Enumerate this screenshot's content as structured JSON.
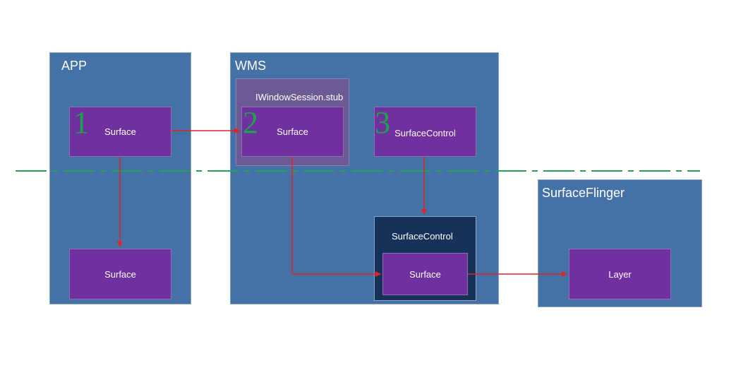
{
  "colors": {
    "panel_bg": "#4472a6",
    "box_bg": "#7030a0",
    "stub_bg": "#6c5a94",
    "dark_panel_bg": "#163258",
    "arrow": "#e32222",
    "divider": "#22a35a",
    "number": "#1aa34a"
  },
  "app": {
    "title": "APP",
    "surface_top": "Surface",
    "surface_bottom": "Surface",
    "marker": "1"
  },
  "wms": {
    "title": "WMS",
    "stub_title": "IWindowSession.stub",
    "surface": "Surface",
    "surface_marker": "2",
    "surface_control": "SurfaceControl",
    "control_marker": "3",
    "inner_panel_title": "SurfaceControl",
    "inner_surface": "Surface"
  },
  "surfaceflinger": {
    "title": "SurfaceFlinger",
    "layer": "Layer"
  },
  "icons": {
    "arrowhead": "arrowhead-icon"
  }
}
